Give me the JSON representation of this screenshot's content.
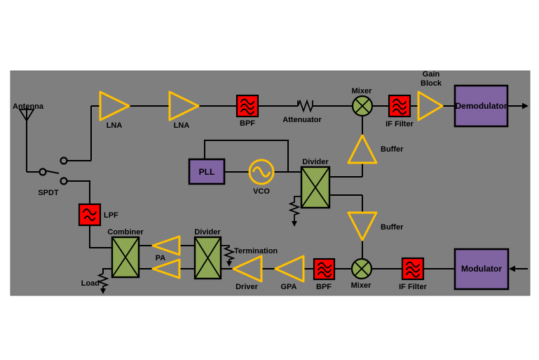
{
  "colors": {
    "background": "#7f7f7f",
    "filter_red": "#ff0000",
    "mixer_green": "#8ca654",
    "block_purple": "#8064a2",
    "amp_yellow": "#ffc000"
  },
  "diagram": {
    "receive_chain": {
      "antenna": "Antenna",
      "spdt": "SPDT",
      "lna1": "LNA",
      "lna2": "LNA",
      "bpf": "BPF",
      "attenuator": "Attenuator",
      "mixer": "Mixer",
      "if_filter": "IF Filter",
      "gain_block_line1": "Gain",
      "gain_block_line2": "Block",
      "demodulator": "Demodulator",
      "buffer": "Buffer"
    },
    "lo_chain": {
      "pll": "PLL",
      "vco": "VCO",
      "divider": "Divider",
      "buffer": "Buffer"
    },
    "transmit_chain": {
      "modulator": "Modulator",
      "if_filter": "IF Filter",
      "mixer": "Mixer",
      "bpf": "BPF",
      "gpa": "GPA",
      "driver": "Driver",
      "divider": "Divider",
      "termination": "Termination",
      "pa": "PA",
      "combiner": "Combiner",
      "lpf": "LPF",
      "load": "Load"
    }
  }
}
